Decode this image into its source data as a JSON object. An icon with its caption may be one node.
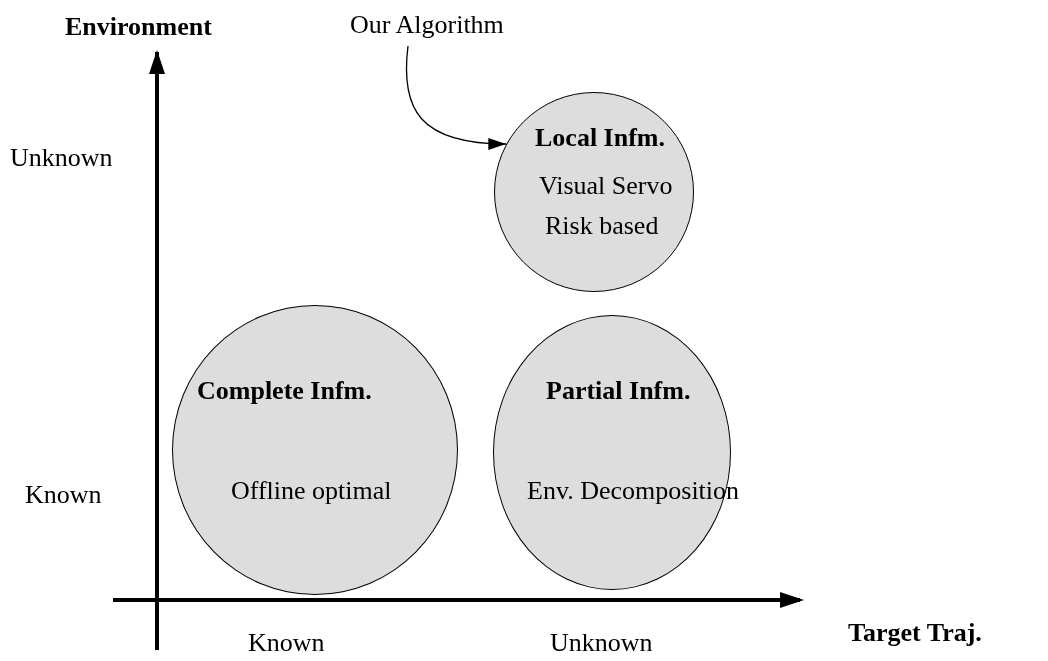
{
  "diagram": {
    "nodes": [
      {
        "text": [
          "Our Algorithm"
        ]
      },
      {
        "text": [
          "Local Infm.",
          "Visual Servo",
          "Risk based"
        ]
      },
      {
        "text": [
          "Complete Infm.",
          "Offline optimal"
        ]
      },
      {
        "text": [
          "Partial Infm.",
          "Env. Decomposition"
        ]
      }
    ],
    "edges": [
      {
        "from": 0,
        "to": 1,
        "arrow": "to"
      }
    ],
    "labels": [
      "Environment",
      "Unknown",
      "Known",
      "Target Traj.",
      "Known",
      "Unknown"
    ]
  }
}
